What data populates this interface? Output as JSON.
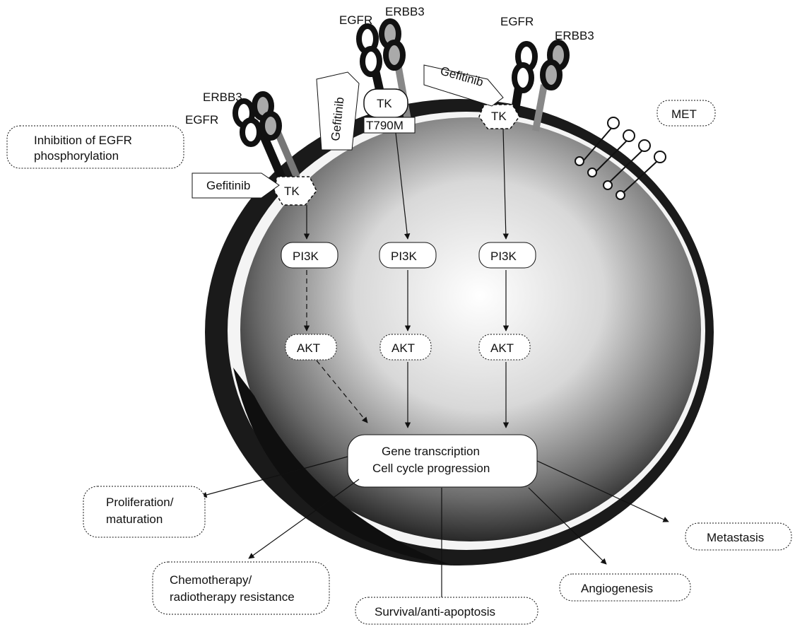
{
  "receptors": {
    "left_egfr": "EGFR",
    "left_erbb3": "ERBB3",
    "mid_egfr": "EGFR",
    "mid_erbb3": "ERBB3",
    "right_egfr": "EGFR",
    "right_erbb3": "ERBB3",
    "met": "MET"
  },
  "kinases": {
    "left_tk": "TK",
    "mid_tk": "TK",
    "mid_mutation": "T790M",
    "right_tk": "TK"
  },
  "drugs": {
    "left": "Gefitinib",
    "mid": "Gefitinib",
    "right": "Gefitinib"
  },
  "pathway": {
    "pi3k": [
      "PI3K",
      "PI3K",
      "PI3K"
    ],
    "akt": [
      "AKT",
      "AKT",
      "AKT"
    ],
    "nucleus_line1": "Gene transcription",
    "nucleus_line2": "Cell cycle progression"
  },
  "callouts": {
    "inhibition_line1": "Inhibition of EGFR",
    "inhibition_line2": "phosphorylation"
  },
  "outcomes": {
    "proliferation_line1": "Proliferation/",
    "proliferation_line2": "maturation",
    "chemo_line1": "Chemotherapy/",
    "chemo_line2": "radiotherapy resistance",
    "survival": "Survival/anti-apoptosis",
    "angiogenesis": "Angiogenesis",
    "metastasis": "Metastasis"
  },
  "colors": {
    "membrane_dark": "#1a1a1a",
    "cell_light": "#e8e8e8",
    "ink": "#111111"
  }
}
